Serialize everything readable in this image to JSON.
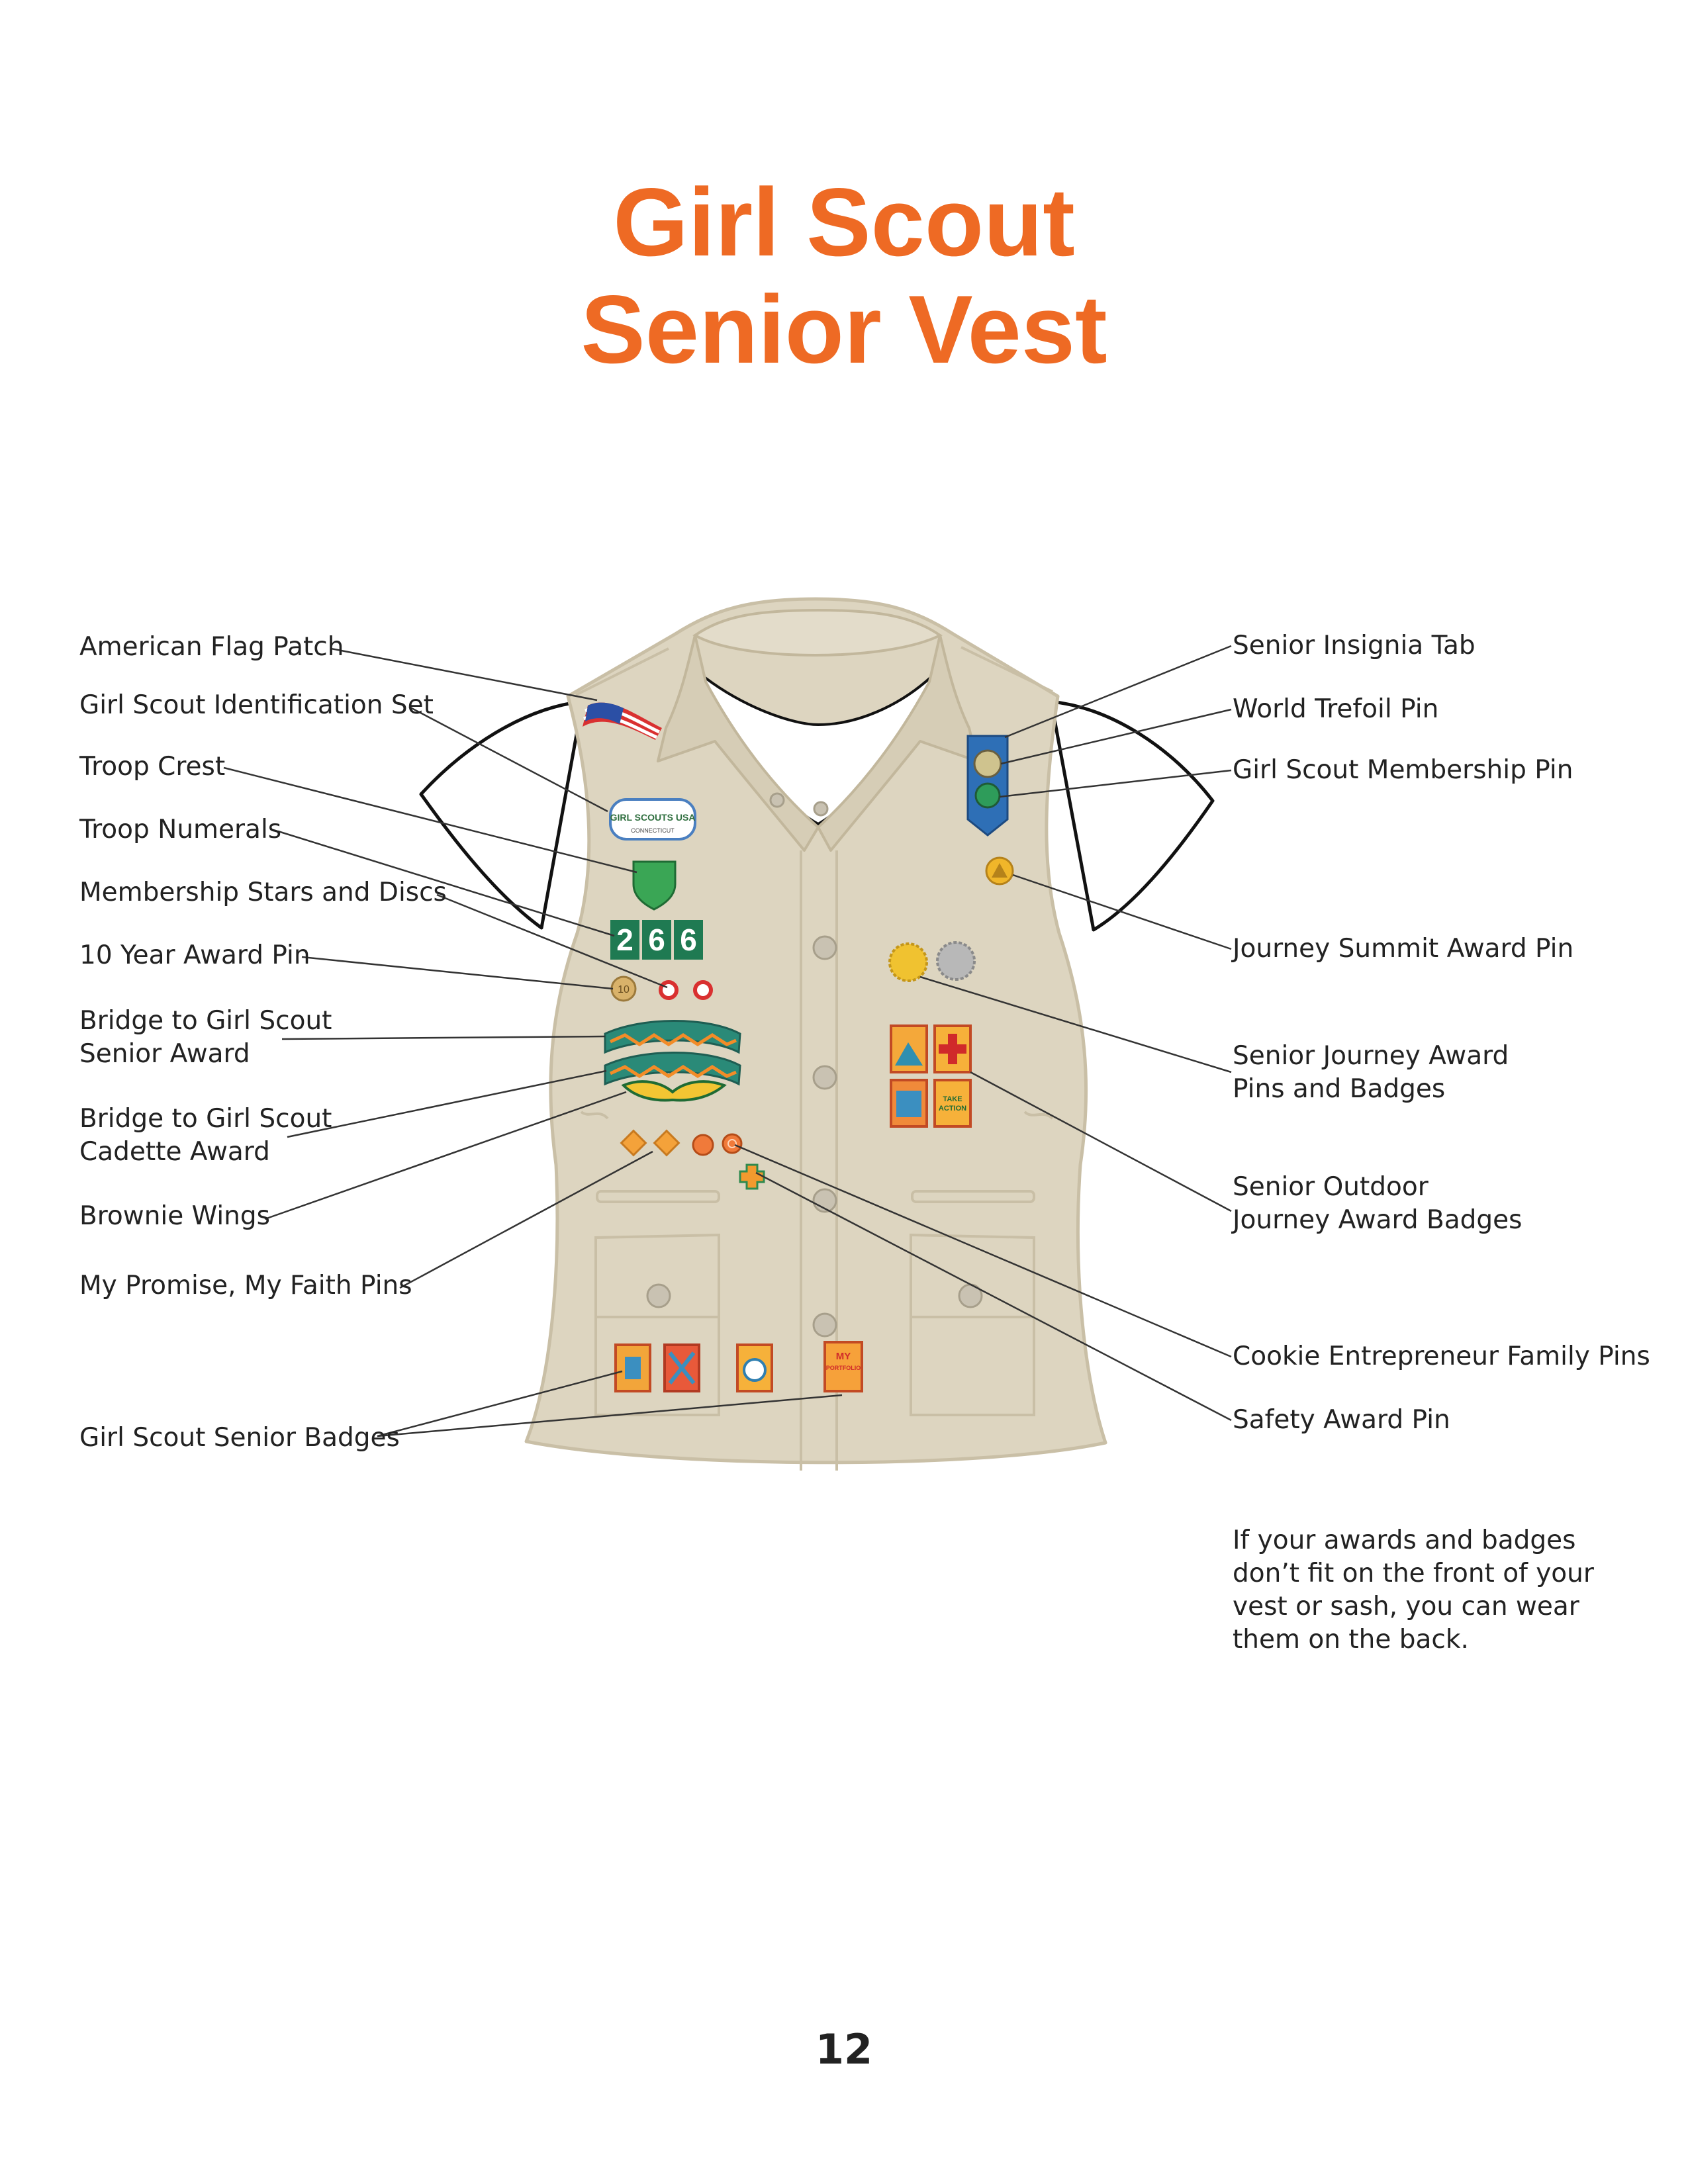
{
  "title": {
    "line1": "Girl Scout",
    "line2": "Senior Vest"
  },
  "labels": {
    "american_flag_patch": "American Flag Patch",
    "identification_set": "Girl Scout Identification Set",
    "troop_crest": "Troop Crest",
    "troop_numerals": "Troop Numerals",
    "membership_stars_discs": "Membership Stars and Discs",
    "ten_year_award_pin": "10 Year Award Pin",
    "bridge_senior_award": {
      "line1": "Bridge to Girl Scout",
      "line2": "Senior Award"
    },
    "bridge_cadette_award": {
      "line1": "Bridge to Girl Scout",
      "line2": "Cadette Award"
    },
    "brownie_wings": "Brownie Wings",
    "my_promise_my_faith_pins": "My Promise, My Faith Pins",
    "senior_badges": "Girl Scout Senior Badges",
    "senior_insignia_tab": "Senior Insignia Tab",
    "world_trefoil_pin": "World Trefoil Pin",
    "membership_pin": "Girl Scout Membership Pin",
    "journey_summit_award_pin": "Journey Summit Award Pin",
    "senior_journey_award": {
      "line1": "Senior Journey Award",
      "line2": "Pins and Badges"
    },
    "senior_outdoor_journey": {
      "line1": "Senior Outdoor",
      "line2": "Journey Award Badges"
    },
    "cookie_entrepreneur_pins": "Cookie Entrepreneur Family Pins",
    "safety_award_pin": "Safety Award Pin"
  },
  "patch_text": {
    "troop_numerals": [
      "2",
      "6",
      "6"
    ],
    "id_set_line1": "GIRL SCOUTS USA",
    "id_set_line2": "CONNECTICUT",
    "ten_year_pin": "10",
    "take_action": [
      "TAKE",
      "ACTION"
    ],
    "my_portfolio": [
      "MY",
      "PORTFOLIO"
    ]
  },
  "note": {
    "line1": "If your awards and badges",
    "line2": "don’t fit on the front of your",
    "line3": "vest or sash, you can wear",
    "line4": "them on the back."
  },
  "page_number": "12",
  "colors": {
    "title": "#ee6a24",
    "vest": "#ddd5c0",
    "vest_outline": "#c9bfa6",
    "leader_line": "#333333",
    "text": "#222222"
  }
}
